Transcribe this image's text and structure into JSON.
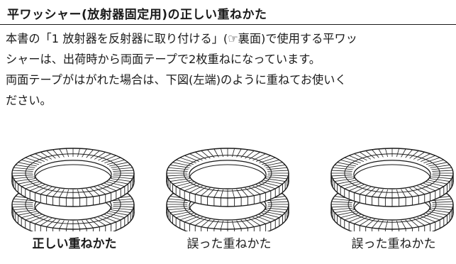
{
  "title": "平ワッシャー(放射器固定用)の正しい重ねかた",
  "paragraphs": [
    "本書の「1 放射器を反射器に取り付ける」(☞裏面)で使用する平ワッ",
    "シャーは、出荷時から両面テープで2枚重ねになっています。",
    "両面テープがはがれた場合は、下図(左端)のように重ねてお使いく",
    "ださい。"
  ],
  "figures": [
    {
      "caption": "正しい重ねかた",
      "bold": true,
      "top_teeth": "outer",
      "bottom_teeth": "outer"
    },
    {
      "caption": "誤った重ねかた",
      "bold": false,
      "top_teeth": "inner",
      "bottom_teeth": "inner"
    },
    {
      "caption": "誤った重ねかた",
      "bold": false,
      "top_teeth": "outer",
      "bottom_teeth": "inner"
    }
  ]
}
